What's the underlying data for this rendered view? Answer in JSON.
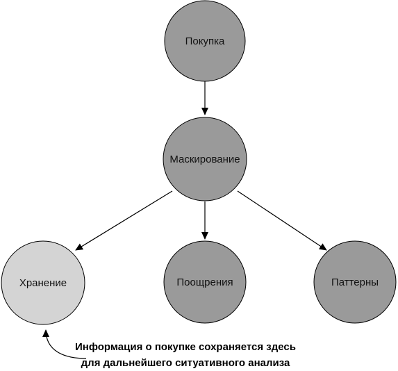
{
  "colors": {
    "node_dark": "#9a9a9a",
    "node_light": "#d4d4d4",
    "stroke": "#000000"
  },
  "nodes": [
    {
      "id": "purchase",
      "label": "Покупка",
      "fill": "dark"
    },
    {
      "id": "masking",
      "label": "Маскирование",
      "fill": "dark"
    },
    {
      "id": "storage",
      "label": "Хранение",
      "fill": "light"
    },
    {
      "id": "rewards",
      "label": "Поощрения",
      "fill": "dark"
    },
    {
      "id": "patterns",
      "label": "Паттерны",
      "fill": "dark"
    }
  ],
  "edges": [
    {
      "from": "purchase",
      "to": "masking"
    },
    {
      "from": "masking",
      "to": "storage"
    },
    {
      "from": "masking",
      "to": "rewards"
    },
    {
      "from": "masking",
      "to": "patterns"
    }
  ],
  "annotation": {
    "line1": "Информация о покупке сохраняется здесь",
    "line2": "для дальнейшего ситуативного анализа",
    "points_to": "storage"
  }
}
